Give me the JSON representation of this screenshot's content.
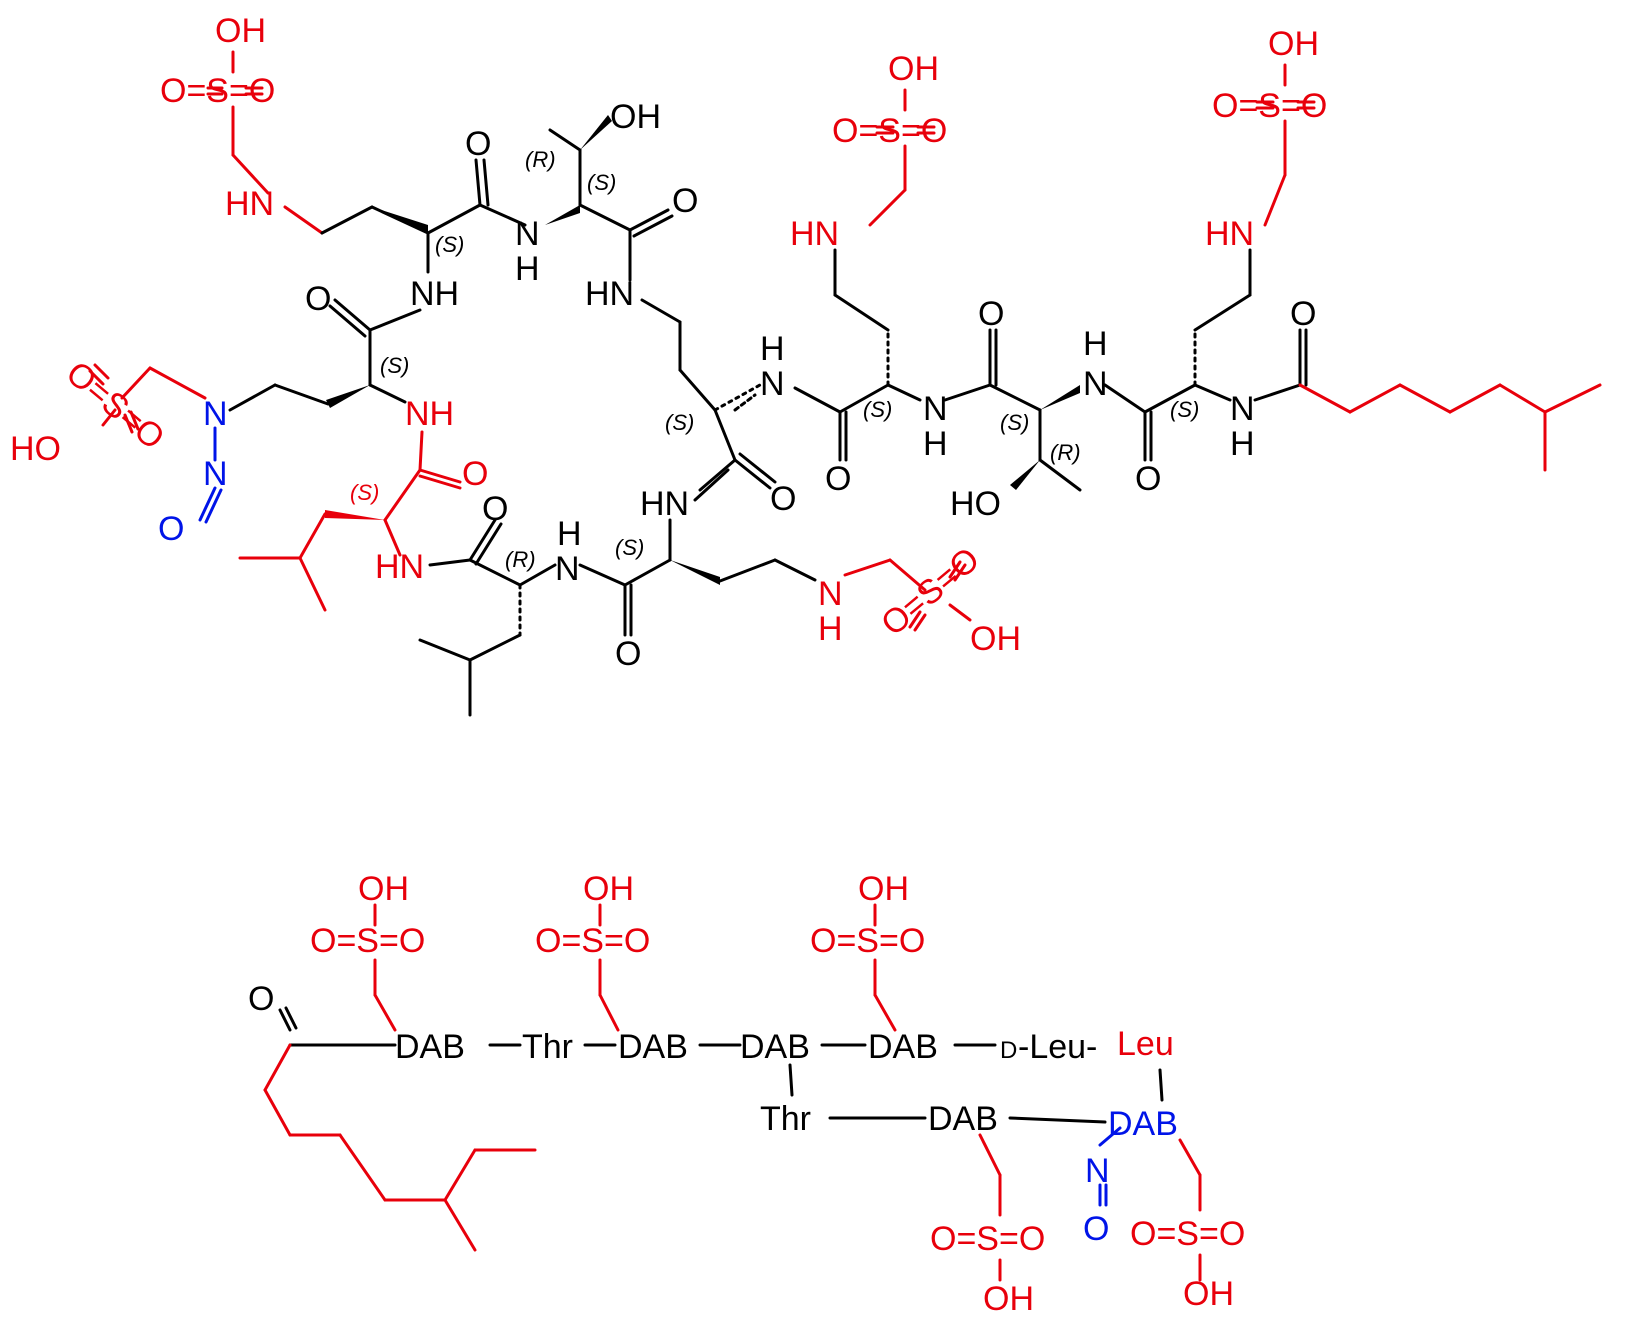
{
  "colors": {
    "black": "#000000",
    "red": "#e8000b",
    "blue": "#0014e8"
  },
  "structure_labels": {
    "so3h_top_left": {
      "oh": "OH",
      "sulfonyl": "O=S=O"
    },
    "hn_top_left": "HN",
    "o_dab1": "O",
    "nh_dab1": "NH",
    "o_nh_thr": "O",
    "n_thr": "N",
    "h_thr": "H",
    "oh_thr": "OH",
    "o_thr_carbonyl": "O",
    "hn_ring": "HN",
    "so3h_mid": {
      "oh": "OH",
      "sulfonyl": "O=S=O"
    },
    "hn_mid": "HN",
    "so3h_right": {
      "oh": "OH",
      "sulfonyl": "O=S=O"
    },
    "hn_right": "HN",
    "so3_left": {
      "oh": "HO",
      "sulfonyl": "O=S=O"
    },
    "n_nitroso": "N",
    "n_eq": "N",
    "o_nitroso": "O",
    "nh_red": "NH",
    "o_red": "O",
    "hn_red": "HN",
    "nh_dab_chain_1": "N",
    "h_dab_chain_1": "H",
    "o_chain_1": "O",
    "nh_chain_2": "N",
    "h_chain_2": "H",
    "o_chain_2": "O",
    "ho_thr2": "HO",
    "h_chain_3": "H",
    "n_chain_3": "N",
    "o_chain_3": "O",
    "nh_chain_4": "N",
    "h_chain_4": "H",
    "o_acyl": "O",
    "hn_ring_bottom": "HN",
    "o_ring_bottom": "O",
    "n_ring_bottom": "N",
    "h_ring_bottom": "H",
    "o_bottom_carbonyl": "O",
    "nh_bottom_red": "N",
    "h_bottom_red": "H",
    "so3_bottom": {
      "oh": "OH",
      "sulfonyl": "O=S=O"
    },
    "o_leu": "O",
    "stereo": {
      "s1": "(S)",
      "r1": "(R)",
      "s2": "(S)",
      "s3": "(S)",
      "s4": "(S)",
      "s5": "(S)",
      "s6": "(S)",
      "r2": "(R)",
      "s7": "(S)",
      "s8_red": "(S)",
      "r3": "(R)",
      "s9": "(S)"
    }
  },
  "sequence": {
    "o_top": "O",
    "top_row": [
      "DAB",
      "Thr",
      "DAB",
      "DAB",
      "DAB",
      "D",
      "-Leu-",
      "Leu"
    ],
    "bottom_row": [
      "Thr",
      "DAB",
      "DAB"
    ],
    "nitroso_n": "N",
    "nitroso_o": "O",
    "sulfo_oh": "OH",
    "sulfo_o_s_o": "O=S=O"
  }
}
